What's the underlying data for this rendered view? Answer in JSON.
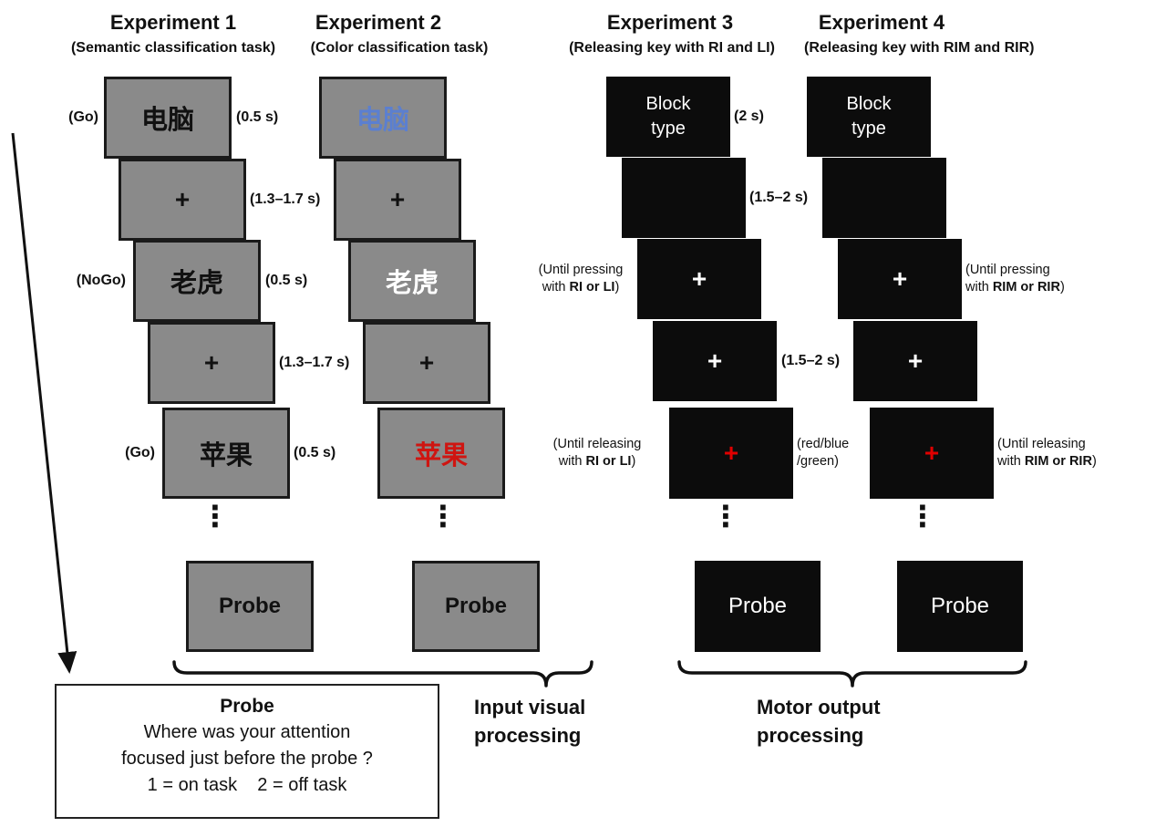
{
  "colors": {
    "paper": "#ffffff",
    "ink": "#111111",
    "gray_card": "#8a8a8a",
    "black_card": "#0c0c0c",
    "card_border": "#1a1a1a",
    "blue_word": "#5b7fd0",
    "red_word": "#cf1511",
    "red_cross": "#e00000"
  },
  "experiments": [
    {
      "title": "Experiment 1",
      "subtitle": "(Semantic classification task)",
      "cards": [
        {
          "text": "电脑",
          "left_label": "(Go)",
          "right_label": "(0.5 s)"
        },
        {
          "text": "+",
          "right_label": "(1.3–1.7 s)"
        },
        {
          "text": "老虎",
          "left_label": "(NoGo)",
          "right_label": "(0.5 s)"
        },
        {
          "text": "+",
          "right_label": "(1.3–1.7 s)"
        },
        {
          "text": "苹果",
          "left_label": "(Go)",
          "right_label": "(0.5 s)"
        }
      ],
      "ellipsis": "⋮",
      "probe": "Probe"
    },
    {
      "title": "Experiment 2",
      "subtitle": "(Color classification task)",
      "cards": [
        {
          "text": "电脑"
        },
        {
          "text": "+"
        },
        {
          "text": "老虎"
        },
        {
          "text": "+"
        },
        {
          "text": "苹果"
        }
      ],
      "ellipsis": "⋮",
      "probe": "Probe"
    },
    {
      "title": "Experiment 3",
      "subtitle": "(Releasing key with RI and LI)",
      "cards": [
        {
          "text": "Block type",
          "right_label": "(2 s)"
        },
        {
          "text": "",
          "right_label": "(1.5–2 s)"
        },
        {
          "text": "+",
          "left_note": {
            "line1": "(Until pressing",
            "pre": "with ",
            "bold": "RI or LI",
            "post": ")"
          }
        },
        {
          "text": "+",
          "right_label": "(1.5–2 s)"
        },
        {
          "text": "+",
          "left_note": {
            "line1": "(Until releasing",
            "pre": "with ",
            "bold": "RI or LI",
            "post": ")"
          },
          "right_note": {
            "line1": "(red/blue",
            "line2": "/green)"
          }
        }
      ],
      "ellipsis": "⋮",
      "probe": "Probe"
    },
    {
      "title": "Experiment 4",
      "subtitle": "(Releasing key with RIM and RIR)",
      "cards": [
        {
          "text": "Block type"
        },
        {
          "text": ""
        },
        {
          "text": "+",
          "right_note": {
            "line1": "(Until pressing",
            "pre": "with ",
            "bold": "RIM or RIR",
            "post": ")"
          }
        },
        {
          "text": "+"
        },
        {
          "text": "+",
          "right_note": {
            "line1": "(Until releasing",
            "pre": "with ",
            "bold": "RIM or RIR",
            "post": ")"
          }
        }
      ],
      "ellipsis": "⋮",
      "probe": "Probe"
    }
  ],
  "groups": {
    "input_visual": {
      "line1": "Input visual",
      "line2": "processing"
    },
    "motor_output": {
      "line1": "Motor output",
      "line2": "processing"
    }
  },
  "probe_box": {
    "title": "Probe",
    "line1": "Where was your attention",
    "line2": "focused just before the probe ?",
    "line3": "1 = on task    2 = off task"
  }
}
